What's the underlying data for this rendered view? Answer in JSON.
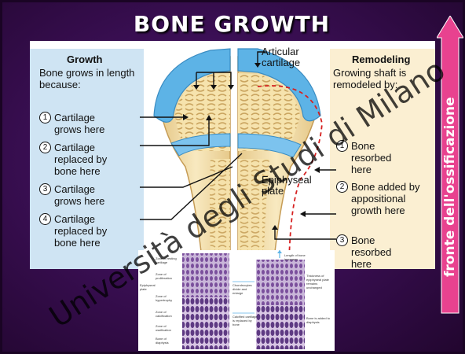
{
  "slide": {
    "title": "BONE GROWTH",
    "side_label": "fronte dell'ossificazione",
    "watermark": "Università degli Studi di Milano"
  },
  "figure": {
    "growth": {
      "heading": "Growth",
      "subheading": "Bone grows in length because:",
      "items": [
        {
          "num": "1",
          "text": "Cartilage grows here"
        },
        {
          "num": "2",
          "text": "Cartilage replaced by bone here"
        },
        {
          "num": "3",
          "text": "Cartilage grows here"
        },
        {
          "num": "4",
          "text": "Cartilage replaced by bone here"
        }
      ]
    },
    "labels": {
      "articular": "Articular cartilage",
      "epiphyseal": "Epiphyseal plate"
    },
    "remodeling": {
      "heading": "Remodeling",
      "subheading": "Growing shaft is remodeled by:",
      "items": [
        {
          "num": "1",
          "text": "Bone resorbed here"
        },
        {
          "num": "2",
          "text": "Bone added by appositional growth here"
        },
        {
          "num": "3",
          "text": "Bone resorbed here"
        }
      ]
    }
  },
  "micrograph": {
    "labels_left": [
      "Zone of resting cartilage",
      "Zone of proliferation",
      "Epiphyseal plate",
      "Zone of hypertrophy",
      "Zone of calcification",
      "Zone of ossification",
      "Bone of diaphysis"
    ],
    "labels_center": [
      "Chondrocytes divide and enlarge",
      "Calcified cartilage is replaced by bone"
    ],
    "labels_right": [
      "Length of bone increases",
      "Thickness of epiphyseal plate remains unchanged",
      "Bone is added to diaphysis"
    ]
  },
  "colors": {
    "background": "#3b0f55",
    "cartilage": "#5db3e6",
    "bone": "#f3dda0",
    "side_arrow": "#e8428f",
    "left_panel": "#cfe4f3",
    "right_panel": "#fbefd2"
  }
}
